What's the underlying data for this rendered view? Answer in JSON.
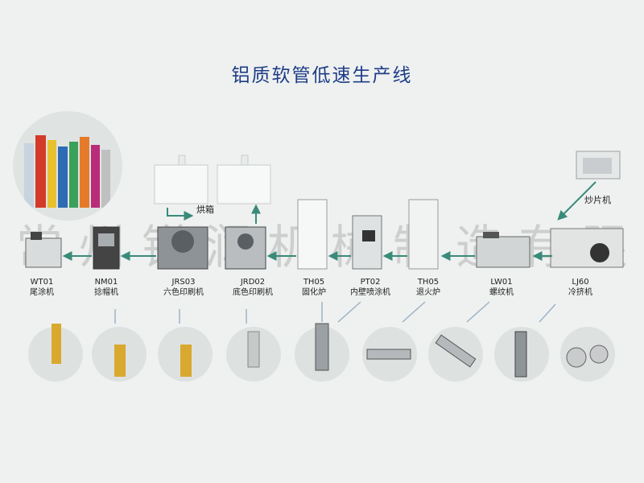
{
  "title": "铝质软管低速生产线",
  "watermark": "常州镁润机械制造有限公司",
  "ovens": [
    {
      "label": "烘箱"
    }
  ],
  "slug_machine": {
    "name": "炒片机"
  },
  "machines": [
    {
      "code": "WT01",
      "name": "尾涂机"
    },
    {
      "code": "NM01",
      "name": "捻帽机"
    },
    {
      "code": "JRS03",
      "name": "六色印刷机"
    },
    {
      "code": "JRD02",
      "name": "底色印刷机"
    },
    {
      "code": "TH05",
      "name": "固化炉"
    },
    {
      "code": "PT02",
      "name": "内壁喷涂机"
    },
    {
      "code": "TH05",
      "name": "退火炉"
    },
    {
      "code": "LW01",
      "name": "螺纹机"
    },
    {
      "code": "LJ60",
      "name": "冷挤机"
    }
  ],
  "colors": {
    "title": "#1f3d86",
    "arrow": "#3a8a7a",
    "background": "#eef1f0"
  }
}
